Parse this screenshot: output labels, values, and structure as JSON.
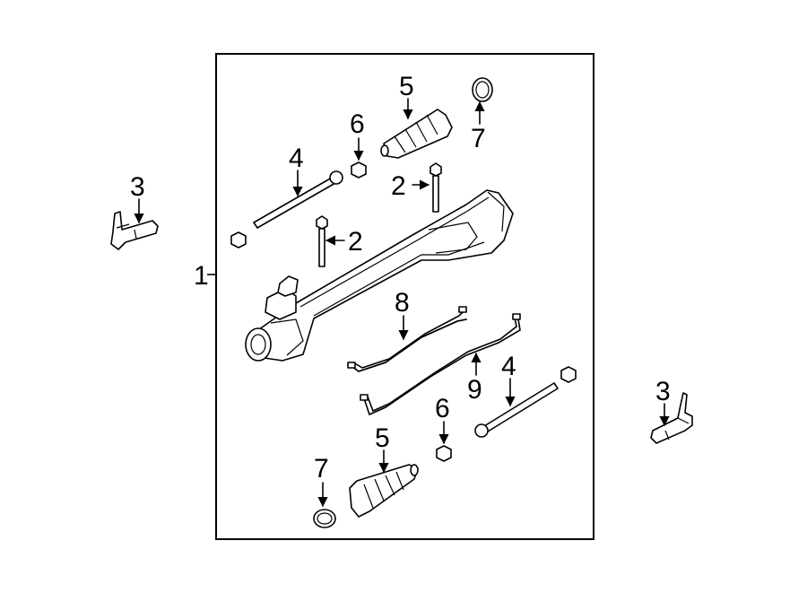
{
  "callouts": {
    "assembly": "1",
    "bolt_upper": "2",
    "bolt_lower": "2",
    "tie_rod_end_left": "3",
    "tie_rod_end_right": "3",
    "inner_tie_rod_upper": "4",
    "inner_tie_rod_lower": "4",
    "boot_upper": "5",
    "boot_lower": "5",
    "nut_upper": "6",
    "nut_lower": "6",
    "clamp_upper": "7",
    "clamp_lower": "7",
    "pressure_line": "8",
    "return_line": "9"
  },
  "colors": {
    "frame_bg": "#ffffff",
    "line": "#000000",
    "page_bg": "#ffffff"
  }
}
